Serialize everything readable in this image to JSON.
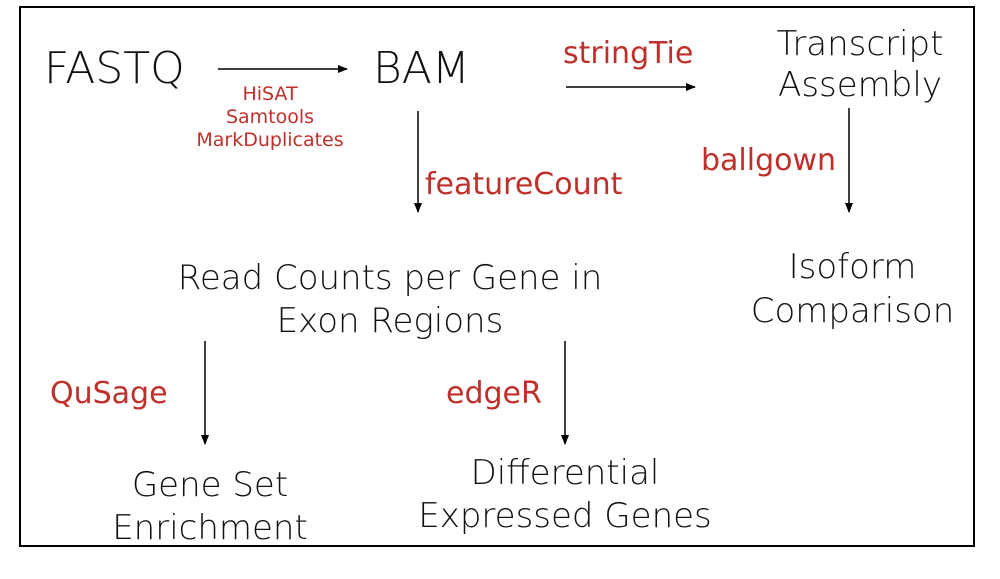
{
  "nodes": {
    "fastq": "FASTQ",
    "bam": "BAM",
    "transcript_assembly": [
      "Transcript",
      "Assembly"
    ],
    "read_counts": [
      "Read Counts per Gene in",
      "Exon Regions"
    ],
    "isoform_comparison": [
      "Isoform",
      "Comparison"
    ],
    "gene_set_enrichment": [
      "Gene Set",
      "Enrichment"
    ],
    "differential_expressed_genes": [
      "Differential",
      "Expressed Genes"
    ]
  },
  "tools": {
    "alignment": [
      "HiSAT",
      "Samtools",
      "MarkDuplicates"
    ],
    "stringtie": "stringTie",
    "featurecount": "featureCount",
    "ballgown": "ballgown",
    "qusage": "QuSage",
    "edger": "edgeR"
  },
  "colors": {
    "tool_text": "#c0302a",
    "node_text": "#111111",
    "arrow": "#000000",
    "frame": "#000000"
  }
}
